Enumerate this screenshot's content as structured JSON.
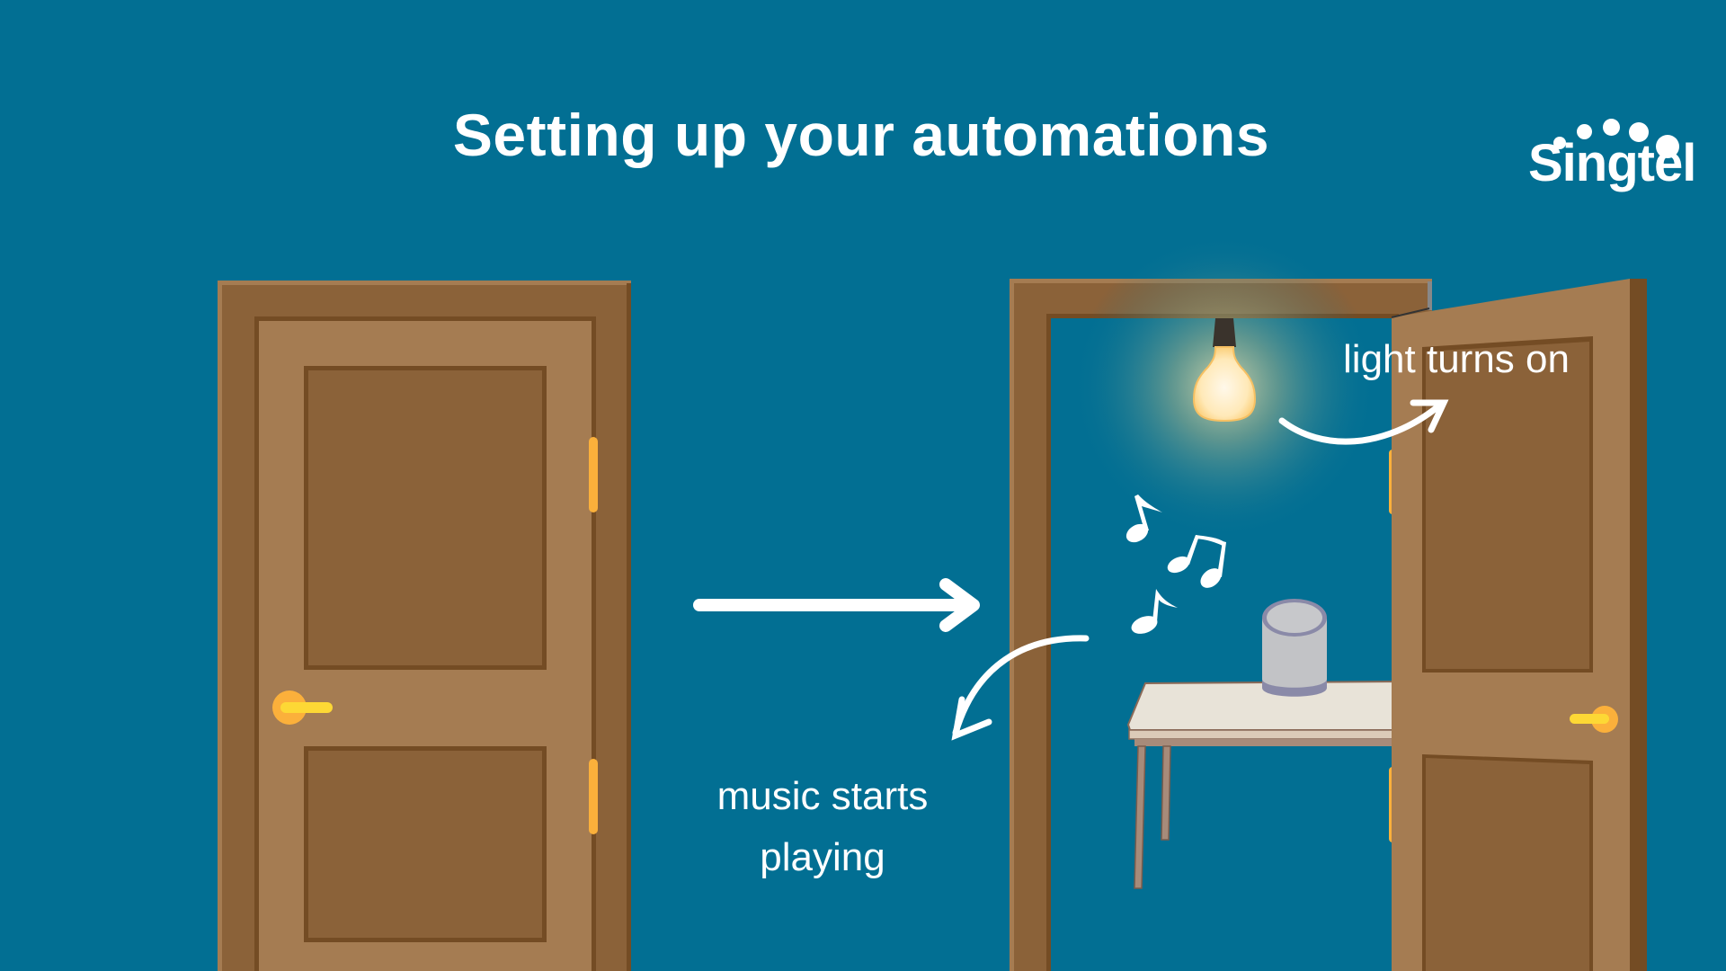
{
  "header": {
    "title": "Setting up your automations",
    "logo_text": "Singtel"
  },
  "illustration": {
    "closed_door": "closed-door",
    "open_door": "open-door",
    "flow_arrow": "arrow-right-icon",
    "light_bulb": "light-bulb-icon",
    "smart_speaker": "smart-speaker",
    "music_notes": "music-notes-icon",
    "table": "table"
  },
  "annotations": {
    "light": "light turns on",
    "music_line1": "music starts",
    "music_line2": "playing"
  },
  "colors": {
    "background": "#026f93",
    "door_frame": "#8b6239",
    "door_panel": "#a57c52",
    "door_inset": "#8b6239",
    "door_outline": "#744c24",
    "hinge": "#fbb03b",
    "handle": "#fdd835",
    "text": "#ffffff"
  }
}
